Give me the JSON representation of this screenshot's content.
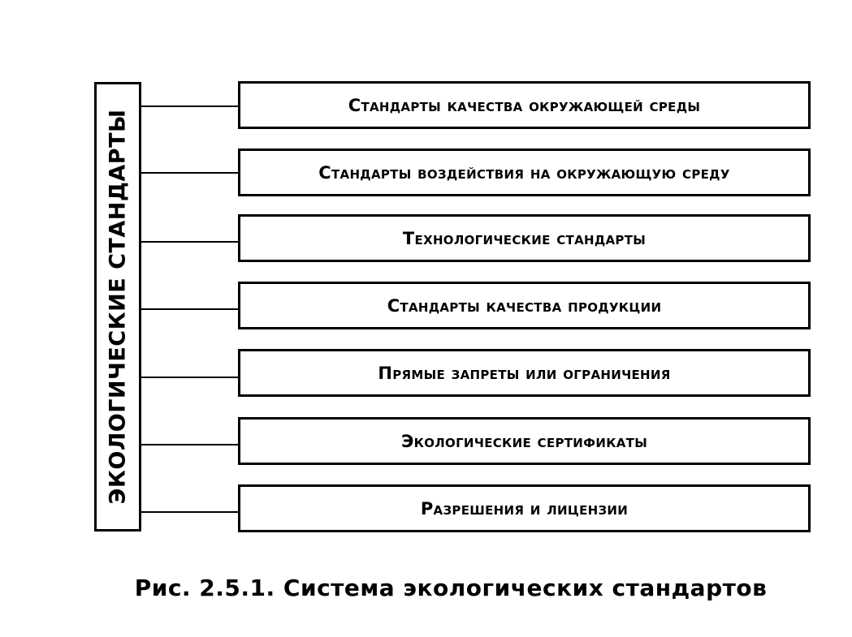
{
  "root": {
    "label": "ЭКОЛОГИЧЕСКИЕ СТАНДАРТЫ"
  },
  "children": [
    {
      "label": "Стандарты качества окружающей среды"
    },
    {
      "label": "Стандарты воздействия на окружающую среду"
    },
    {
      "label": "Технологические стандарты"
    },
    {
      "label": "Стандарты качества продукции"
    },
    {
      "label": "Прямые запреты или ограничения"
    },
    {
      "label": "Экологические сертификаты"
    },
    {
      "label": "Разрешения и лицензии"
    }
  ],
  "caption": "Рис. 2.5.1. Система экологических стандартов"
}
